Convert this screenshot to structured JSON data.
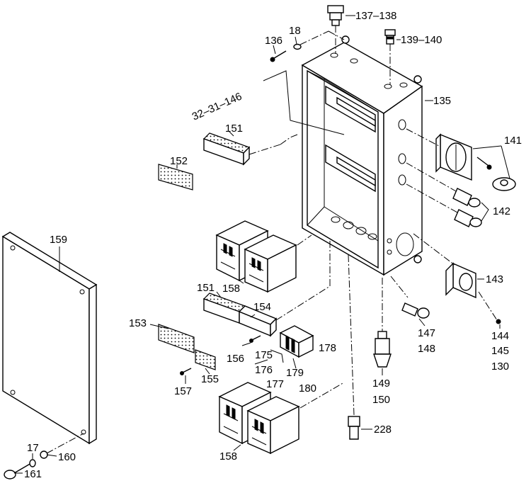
{
  "labels": {
    "l137": "137–138",
    "l139": "139–140",
    "l136": "136",
    "l18": "18",
    "l32": "32–31–146",
    "l135": "135",
    "l151a": "151",
    "l152": "152",
    "l141": "141",
    "l142": "142",
    "l159": "159",
    "l143": "143",
    "l158a": "158",
    "l151b": "151",
    "l154": "154",
    "l153": "153",
    "l147": "147",
    "l148": "148",
    "l144": "144",
    "l145": "145",
    "l130": "130",
    "l156": "156",
    "l175": "175",
    "l176": "176",
    "l178": "178",
    "l179": "179",
    "l177": "177",
    "l180": "180",
    "l157": "157",
    "l155": "155",
    "l149": "149",
    "l150": "150",
    "l228": "228",
    "l17": "17",
    "l160": "160",
    "l158b": "158",
    "l161": "161"
  }
}
